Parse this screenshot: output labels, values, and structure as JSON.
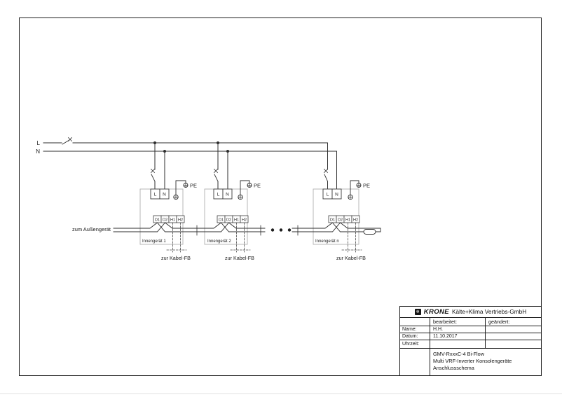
{
  "bus": {
    "l_label": "L",
    "n_label": "N"
  },
  "labels": {
    "to_outdoor": "zum Außengerät",
    "pe": "PE",
    "to_cable_fb": "zur Kabel-FB"
  },
  "units": [
    {
      "name": "Innengerät 1",
      "power_terminals": [
        "L",
        "N"
      ],
      "comm_terminals": [
        "D1",
        "D2",
        "H1",
        "H2"
      ]
    },
    {
      "name": "Innengerät 2",
      "power_terminals": [
        "L",
        "N"
      ],
      "comm_terminals": [
        "D1",
        "D2",
        "H1",
        "H2"
      ]
    },
    {
      "name": "Innengerät n",
      "power_terminals": [
        "L",
        "N"
      ],
      "comm_terminals": [
        "D1",
        "D2",
        "H1",
        "H2"
      ]
    }
  ],
  "title_block": {
    "brand_icon": "❄",
    "brand": "KRONE",
    "company": "Kälte+Klima Vertriebs-GmbH",
    "col_bearbeitet": "bearbeitet:",
    "col_geaendert": "geändert:",
    "rows": [
      {
        "label": "Name:",
        "value": "H.H."
      },
      {
        "label": "Datum:",
        "value": "11.10.2017"
      },
      {
        "label": "Uhrzeit:",
        "value": ""
      }
    ],
    "description_lines": [
      "GMV-RxxxC-4 Bi-Flow",
      "Multi VRF-Inverter Konsolengeräte",
      "Anschlussschema"
    ]
  },
  "colors": {
    "line": "#2e2e2e",
    "unit_box": "#b0b0b0",
    "accent": "#161616"
  }
}
